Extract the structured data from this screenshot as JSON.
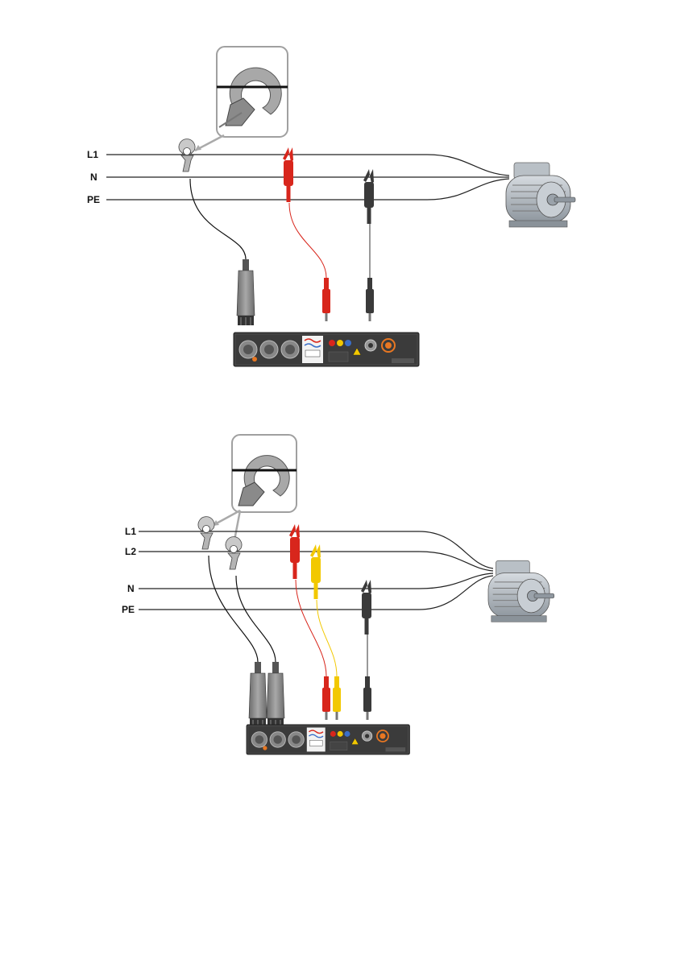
{
  "diagrams": [
    {
      "lines": [
        {
          "label": "L1"
        },
        {
          "label": "N"
        },
        {
          "label": "PE"
        }
      ]
    },
    {
      "lines": [
        {
          "label": "L1"
        },
        {
          "label": "L2"
        },
        {
          "label": "N"
        },
        {
          "label": "PE"
        }
      ]
    }
  ],
  "colors": {
    "red_probe": "#d8261c",
    "yellow_probe": "#f2c800",
    "black_probe": "#3a3a3a",
    "grey_clamp": "#9a9a9a",
    "meter_panel": "#3b3b3b",
    "accent_orange": "#e87722"
  },
  "icons": [
    "clamp-icon",
    "crocodile-clip-icon",
    "motor-icon",
    "meter-panel-icon",
    "banana-plug-icon",
    "warning-icon"
  ]
}
